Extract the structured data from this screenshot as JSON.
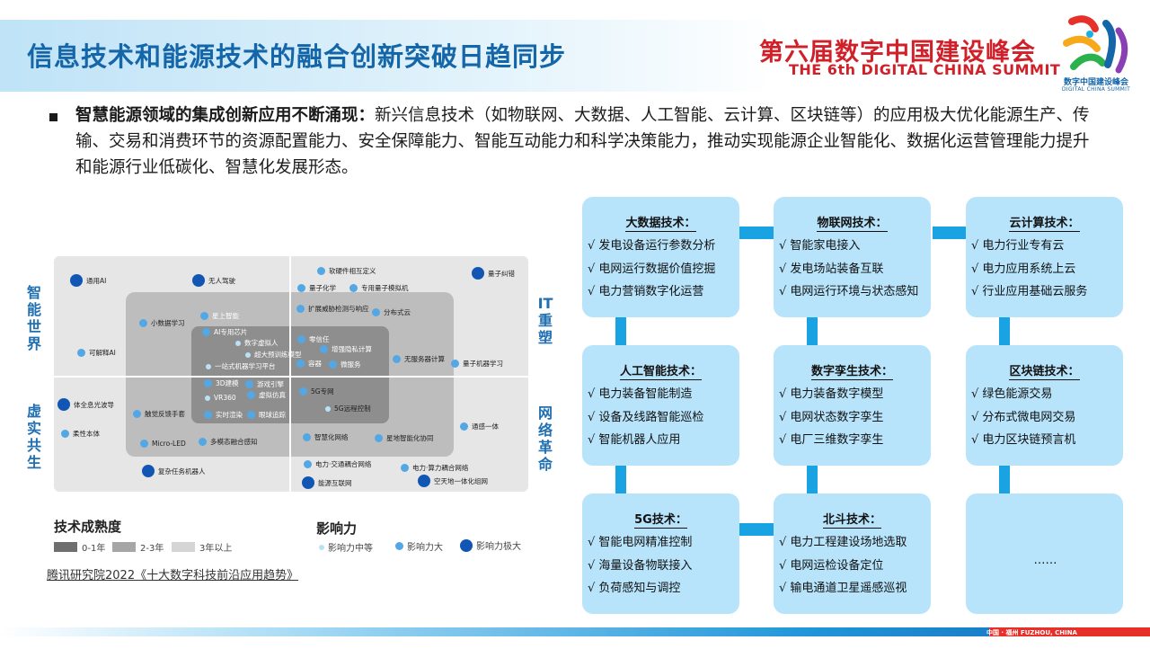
{
  "header": {
    "title": "信息技术和能源技术的融合创新突破日趋同步",
    "summit_cn": "第六届数字中国建设峰会",
    "summit_en": "THE 6th DIGITAL CHINA SUMMIT",
    "logo_caption": "数字中国建设峰会",
    "logo_caption_en": "DIGITAL CHINA SUMMIT"
  },
  "intro": {
    "lead": "智慧能源领域的集成创新应用不断涌现：",
    "text": "新兴信息技术（如物联网、大数据、人工智能、云计算、区块链等）的应用极大优化能源生产、传输、交易和消费环节的资源配置能力、安全保障能力、智能互动能力和科学决策能力，推动实现能源企业智能化、数据化运营管理能力提升和能源行业低碳化、智慧化发展形态。"
  },
  "figure": {
    "axis_left_top": "智能世界",
    "axis_left_bottom": "虚实共生",
    "axis_right_top": "IT重塑",
    "axis_right_bottom": "网络革命",
    "nodes": [
      {
        "label": "通用AI",
        "size": "l"
      },
      {
        "label": "无人驾驶",
        "size": "l"
      },
      {
        "label": "小数据学习",
        "size": "m"
      },
      {
        "label": "星上智能",
        "size": "m"
      },
      {
        "label": "AI专用芯片",
        "size": "m"
      },
      {
        "label": "数字虚拟人",
        "size": "s"
      },
      {
        "label": "超大预训练模型",
        "size": "s"
      },
      {
        "label": "一站式机器学习平台",
        "size": "s"
      },
      {
        "label": "可解释AI",
        "size": "m"
      },
      {
        "label": "软硬件相互定义",
        "size": "m"
      },
      {
        "label": "量子化学",
        "size": "m"
      },
      {
        "label": "专用量子模拟机",
        "size": "m"
      },
      {
        "label": "量子纠错",
        "size": "l"
      },
      {
        "label": "扩展威胁检测与响应",
        "size": "m"
      },
      {
        "label": "分布式云",
        "size": "m"
      },
      {
        "label": "零信任",
        "size": "m"
      },
      {
        "label": "增强隐私计算",
        "size": "m"
      },
      {
        "label": "容器",
        "size": "m"
      },
      {
        "label": "微服务",
        "size": "m"
      },
      {
        "label": "无服务器计算",
        "size": "m"
      },
      {
        "label": "量子机器学习",
        "size": "m"
      },
      {
        "label": "3D建模",
        "size": "m"
      },
      {
        "label": "游戏引擎",
        "size": "m"
      },
      {
        "label": "VR360",
        "size": "s"
      },
      {
        "label": "虚拟仿真",
        "size": "m"
      },
      {
        "label": "实时渲染",
        "size": "m"
      },
      {
        "label": "眼球追踪",
        "size": "m"
      },
      {
        "label": "体全息光波导",
        "size": "l"
      },
      {
        "label": "触觉反馈手套",
        "size": "m"
      },
      {
        "label": "柔性本体",
        "size": "m"
      },
      {
        "label": "Micro-LED",
        "size": "m"
      },
      {
        "label": "多模态融合感知",
        "size": "m"
      },
      {
        "label": "复杂任务机器人",
        "size": "l"
      },
      {
        "label": "5G专网",
        "size": "m"
      },
      {
        "label": "5G远程控制",
        "size": "s"
      },
      {
        "label": "通感一体",
        "size": "m"
      },
      {
        "label": "智慧化网络",
        "size": "m"
      },
      {
        "label": "星地智能化协同",
        "size": "m"
      },
      {
        "label": "电力·交通耦合网络",
        "size": "m"
      },
      {
        "label": "电力·算力耦合网络",
        "size": "m"
      },
      {
        "label": "能源互联网",
        "size": "l"
      },
      {
        "label": "空天地一体化组网",
        "size": "l"
      }
    ],
    "legend_maturity_title": "技术成熟度",
    "legend_maturity": [
      {
        "label": "0-1年",
        "color": "#6f6f6f"
      },
      {
        "label": "2-3年",
        "color": "#a6a6a6"
      },
      {
        "label": "3年以上",
        "color": "#d5d5d5"
      }
    ],
    "legend_impact_title": "影响力",
    "legend_impact": [
      {
        "label": "影响力中等",
        "size": "s"
      },
      {
        "label": "影响力大",
        "size": "m"
      },
      {
        "label": "影响力极大",
        "size": "l"
      }
    ],
    "source": "腾讯研究院2022《十大数字科技前沿应用趋势》"
  },
  "tech_boxes": [
    {
      "title": "大数据技术：",
      "items": [
        "√ 发电设备运行参数分析",
        "√ 电网运行数据价值挖掘",
        "√ 电力营销数字化运营"
      ]
    },
    {
      "title": "物联网技术：",
      "items": [
        "√ 智能家电接入",
        "√ 发电场站装备互联",
        "√ 电网运行环境与状态感知"
      ]
    },
    {
      "title": "云计算技术：",
      "items": [
        "√ 电力行业专有云",
        "√ 电力应用系统上云",
        "√ 行业应用基础云服务"
      ]
    },
    {
      "title": "人工智能技术：",
      "items": [
        "√ 电力装备智能制造",
        "√ 设备及线路智能巡检",
        "√ 智能机器人应用"
      ]
    },
    {
      "title": "数字孪生技术：",
      "items": [
        "√ 电力装备数字模型",
        "√ 电网状态数字孪生",
        "√ 电厂三维数字孪生"
      ]
    },
    {
      "title": "区块链技术：",
      "items": [
        "√ 绿色能源交易",
        "√ 分布式微电网交易",
        "√ 电力区块链预言机"
      ]
    },
    {
      "title": "5G技术：",
      "items": [
        "√ 智能电网精准控制",
        "√ 海量设备物联接入",
        "√ 负荷感知与调控"
      ]
    },
    {
      "title": "北斗技术：",
      "items": [
        "√ 电力工程建设场地选取",
        "√ 电网运检设备定位",
        "√ 输电通道卫星遥感巡视"
      ]
    },
    {
      "title": "",
      "items": [
        "……"
      ]
    }
  ],
  "footer": {
    "text": "中国 · 福州   FUZHOU, CHINA"
  }
}
